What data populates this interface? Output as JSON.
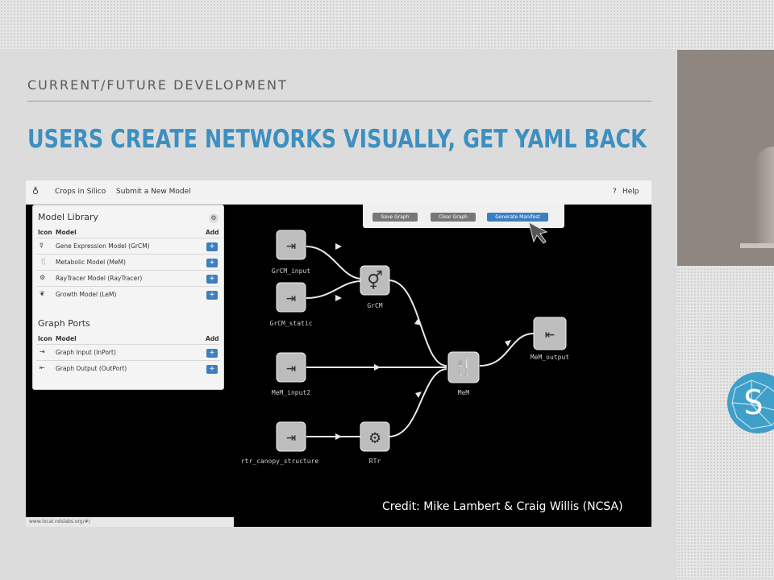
{
  "slide": {
    "section_label": "CURRENT/FUTURE DEVELOPMENT",
    "title": "USERS CREATE NETWORKS VISUALLY, GET YAML BACK",
    "title_color": "#3d8fc0"
  },
  "app": {
    "nav": {
      "brand": "Crops in Silico",
      "submit_link": "Submit a New Model",
      "help": "Help"
    },
    "model_library": {
      "title": "Model Library",
      "col_icon": "Icon",
      "col_model": "Model",
      "col_add": "Add",
      "items": [
        {
          "icon": "gene-icon",
          "label": "Gene Expression Model (GrCM)"
        },
        {
          "icon": "fork-knife-icon",
          "label": "Metabolic Model (MeM)"
        },
        {
          "icon": "gear-icon",
          "label": "RayTracer Model (RayTracer)"
        },
        {
          "icon": "leaf-icon",
          "label": "Growth Model (LeM)"
        }
      ]
    },
    "graph_ports": {
      "title": "Graph Ports",
      "col_icon": "Icon",
      "col_model": "Model",
      "col_add": "Add",
      "items": [
        {
          "icon": "port-in-icon",
          "label": "Graph Input (InPort)"
        },
        {
          "icon": "port-out-icon",
          "label": "Graph Output (OutPort)"
        }
      ]
    },
    "actions": {
      "save": "Save Graph",
      "clear": "Clear Graph",
      "generate": "Generate Manifest"
    },
    "status_url": "www.local.ndslabs.org/#/",
    "graph_nodes": {
      "grcm_input": "GrCM_input",
      "grcm_static": "GrCM_static",
      "grcm": "GrCM",
      "mem_input2": "MeM_input2",
      "mem": "MeM",
      "mem_output": "MeM_output",
      "rtr_canopy": "rtr_canopy_structure",
      "rtr": "RTr"
    },
    "credit": "Credit: Mike Lambert & Craig Willis (NCSA)"
  }
}
